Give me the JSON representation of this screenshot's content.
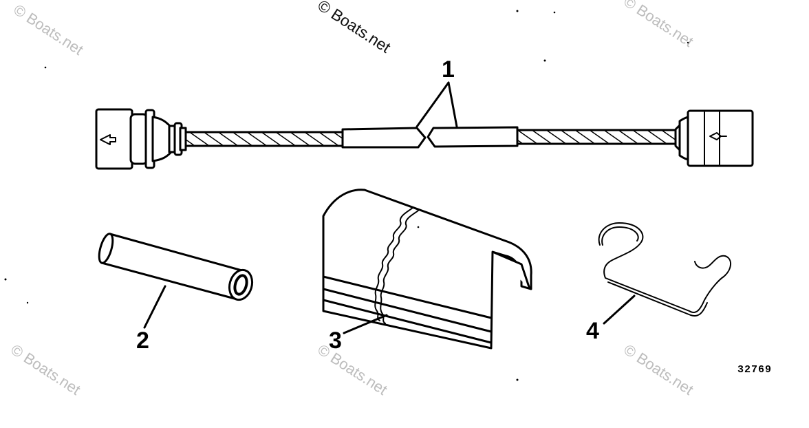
{
  "watermarks": {
    "main": "© Boats.net",
    "faded": "© Boats.net"
  },
  "callouts": {
    "part_1": "1",
    "part_2": "2",
    "part_3": "3",
    "part_4": "4"
  },
  "figure_number": "32769",
  "colors": {
    "ink": "#000000",
    "paper": "#ffffff",
    "watermark_faded": "#bdbdbd"
  }
}
